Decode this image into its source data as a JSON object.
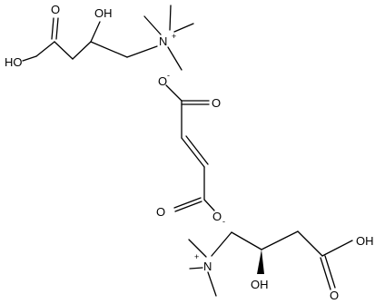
{
  "figure": {
    "type": "chemical-structure",
    "molecules": [
      {
        "id": "cation-1",
        "labels": {
          "hydroxyl_acid": "HO",
          "carbonyl_oxygen": "O",
          "hydroxyl_alcohol": "OH",
          "ammonium": "N",
          "ammonium_charge": "+"
        }
      },
      {
        "id": "dianion",
        "labels": {
          "carboxylate_top_o": "O",
          "carboxylate_top_charge": "-",
          "carbonyl_top_o": "O",
          "carbonyl_bottom_o": "O",
          "carboxylate_bottom_o": "O",
          "carboxylate_bottom_charge": "-"
        }
      },
      {
        "id": "cation-2",
        "labels": {
          "ammonium": "N",
          "ammonium_charge": "+",
          "hydroxyl_alcohol": "OH",
          "hydroxyl_acid": "OH",
          "carbonyl_oxygen": "O"
        }
      }
    ]
  }
}
